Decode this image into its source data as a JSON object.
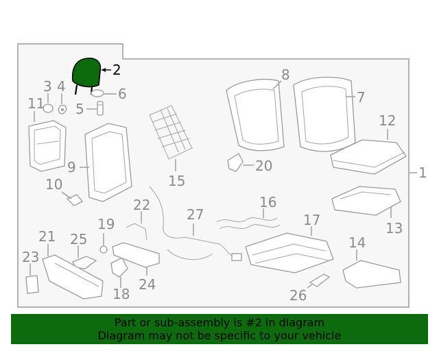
{
  "colors": {
    "highlight_part": "#0d6b0d",
    "banner_background": "#0d6b0d",
    "banner_text": "#000000",
    "line_art": "#9a9a9a",
    "panel_background": "#f7f7f7"
  },
  "highlighted_part": "2",
  "labels": {
    "p1": "1",
    "p2": "2",
    "p3": "3",
    "p4": "4",
    "p5": "5",
    "p6": "6",
    "p7": "7",
    "p8": "8",
    "p9": "9",
    "p10": "10",
    "p11": "11",
    "p12": "12",
    "p13": "13",
    "p14": "14",
    "p15": "15",
    "p16": "16",
    "p17": "17",
    "p18": "18",
    "p19": "19",
    "p20": "20",
    "p21": "21",
    "p22": "22",
    "p23": "23",
    "p24": "24",
    "p25": "25",
    "p26": "26",
    "p27": "27"
  },
  "banner": {
    "line1": "Part or sub-assembly is #2 in diagram",
    "line2": "Diagram may not be specific to your vehicle"
  }
}
